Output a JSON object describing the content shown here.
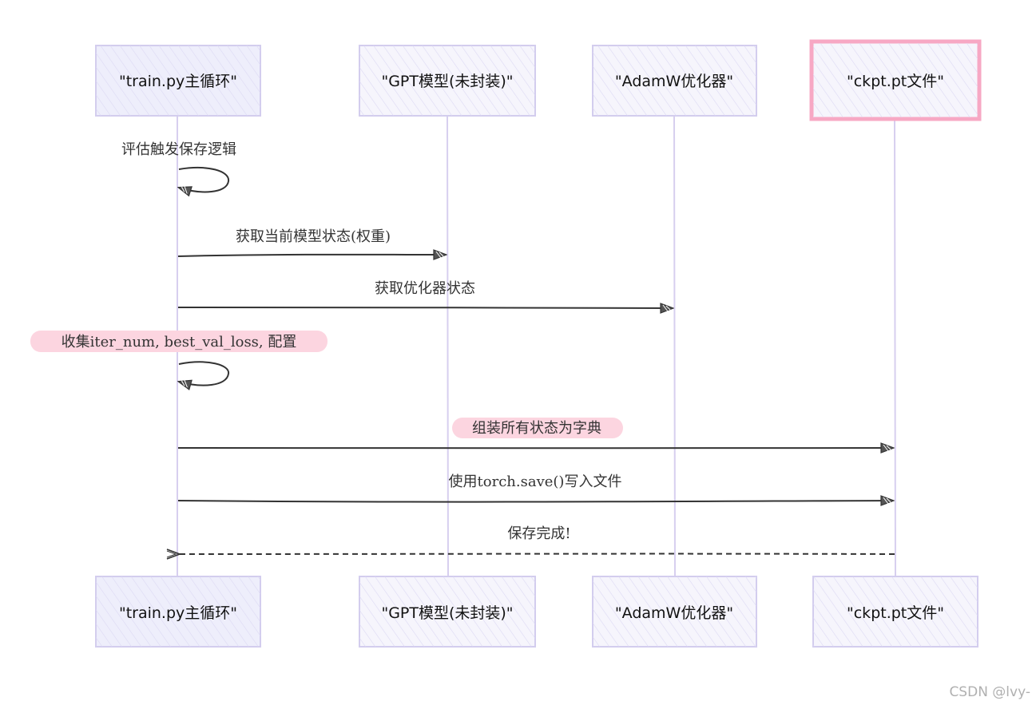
{
  "participants": [
    {
      "id": "train",
      "label": "\"train.py主循环\""
    },
    {
      "id": "gpt",
      "label": "\"GPT模型(未封装)\""
    },
    {
      "id": "adamw",
      "label": "\"AdamW优化器\""
    },
    {
      "id": "ckpt",
      "label": "\"ckpt.pt文件\"",
      "highlighted": true
    }
  ],
  "messages": [
    {
      "from": "train",
      "to": "train",
      "text": "评估触发保存逻辑",
      "style": "self"
    },
    {
      "from": "train",
      "to": "gpt",
      "text": "获取当前模型状态(权重)",
      "style": "solid"
    },
    {
      "from": "train",
      "to": "adamw",
      "text": "获取优化器状态",
      "style": "solid"
    },
    {
      "from": "train",
      "to": "train",
      "text": "收集iter_num, best_val_loss, 配置",
      "style": "self",
      "highlight": true
    },
    {
      "from": "train",
      "to": "ckpt",
      "text": "组装所有状态为字典",
      "style": "solid",
      "highlight": true
    },
    {
      "from": "train",
      "to": "ckpt",
      "text": "使用torch.save()写入文件",
      "style": "solid"
    },
    {
      "from": "ckpt",
      "to": "train",
      "text": "保存完成!",
      "style": "dashed"
    }
  ],
  "colors": {
    "box_fill": "#eeeefb",
    "box_stroke": "#d3cdee",
    "lifeline": "#d7cfef",
    "highlight_border": "#f7a8c4",
    "label_highlight": "#fcd5e0",
    "arrow": "#333333"
  },
  "watermark": "CSDN @lvy-"
}
